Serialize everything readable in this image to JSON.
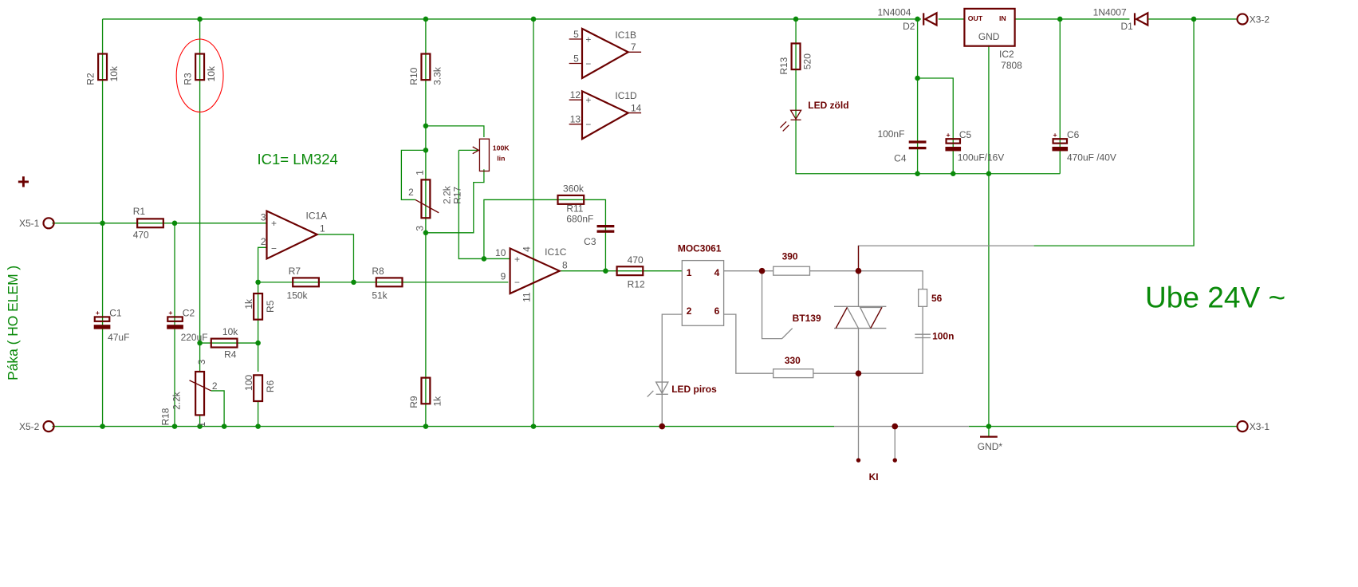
{
  "colors": {
    "wire": "#0a8a0a",
    "component": "#6b0000",
    "power_wire": "#8a8a8a",
    "highlight": "#ff0000"
  },
  "notes": {
    "ic1": "IC1= LM324",
    "plus": "+",
    "paka": "Páka ( HO ELEM )",
    "ube": "Ube 24V ~"
  },
  "connectors": {
    "x5_1": "X5-1",
    "x5_2": "X5-2",
    "x3_1": "X3-1",
    "x3_2": "X3-2",
    "ki": "KI",
    "gnd": "GND*"
  },
  "parts": {
    "r1": {
      "name": "R1",
      "value": "470"
    },
    "r2": {
      "name": "R2",
      "value": "10k"
    },
    "r3": {
      "name": "R3",
      "value": "10k"
    },
    "r4": {
      "name": "R4",
      "value": "10k"
    },
    "r5": {
      "name": "R5",
      "value": "1k"
    },
    "r6": {
      "name": "R6",
      "value": "100"
    },
    "r7": {
      "name": "R7",
      "value": "150k"
    },
    "r8": {
      "name": "R8",
      "value": "51k"
    },
    "r9": {
      "name": "R9",
      "value": "1k"
    },
    "r10": {
      "name": "R10",
      "value": "3.3k"
    },
    "r11": {
      "name": "R11",
      "value": "360k"
    },
    "r12": {
      "name": "R12",
      "value": "470"
    },
    "r13": {
      "name": "R13",
      "value": "520"
    },
    "r17": {
      "name": "R17",
      "value": "2.2k"
    },
    "r18": {
      "name": "R18",
      "value": "2.2k"
    },
    "pot": {
      "value": "100K",
      "taper": "lin"
    },
    "c1": {
      "name": "C1",
      "value": "47uF"
    },
    "c2": {
      "name": "C2",
      "value": "220uF"
    },
    "c3": {
      "name": "C3",
      "value": "680nF"
    },
    "c4": {
      "name": "C4",
      "value": "100nF"
    },
    "c5": {
      "name": "C5",
      "value": "100uF/16V"
    },
    "c6": {
      "name": "C6",
      "value": "470uF /40V"
    },
    "d1": {
      "name": "D1",
      "value": "1N4007"
    },
    "d2": {
      "name": "D2",
      "value": "1N4004"
    },
    "ic2": {
      "name": "IC2",
      "value": "7808",
      "out": "OUT",
      "in": "IN",
      "gnd": "GND"
    },
    "ic1a": {
      "name": "IC1A",
      "pins": [
        "3",
        "2",
        "1"
      ]
    },
    "ic1b": {
      "name": "IC1B",
      "pins": [
        "5",
        "5",
        "7"
      ]
    },
    "ic1c": {
      "name": "IC1C",
      "pins": [
        "10",
        "9",
        "8",
        "4",
        "11"
      ]
    },
    "ic1d": {
      "name": "IC1D",
      "pins": [
        "12",
        "13",
        "14"
      ]
    },
    "moc": {
      "name": "MOC3061",
      "pins": [
        "1",
        "4",
        "2",
        "6"
      ]
    },
    "triac": {
      "name": "BT139"
    },
    "r390": {
      "value": "390"
    },
    "r330": {
      "value": "330"
    },
    "r56": {
      "value": "56"
    },
    "c100n": {
      "value": "100n"
    },
    "led_red": {
      "name": "LED piros"
    },
    "led_green": {
      "name": "LED zöld"
    },
    "pot_pins": {
      "p1": "1",
      "p2": "2",
      "p3": "3"
    }
  }
}
